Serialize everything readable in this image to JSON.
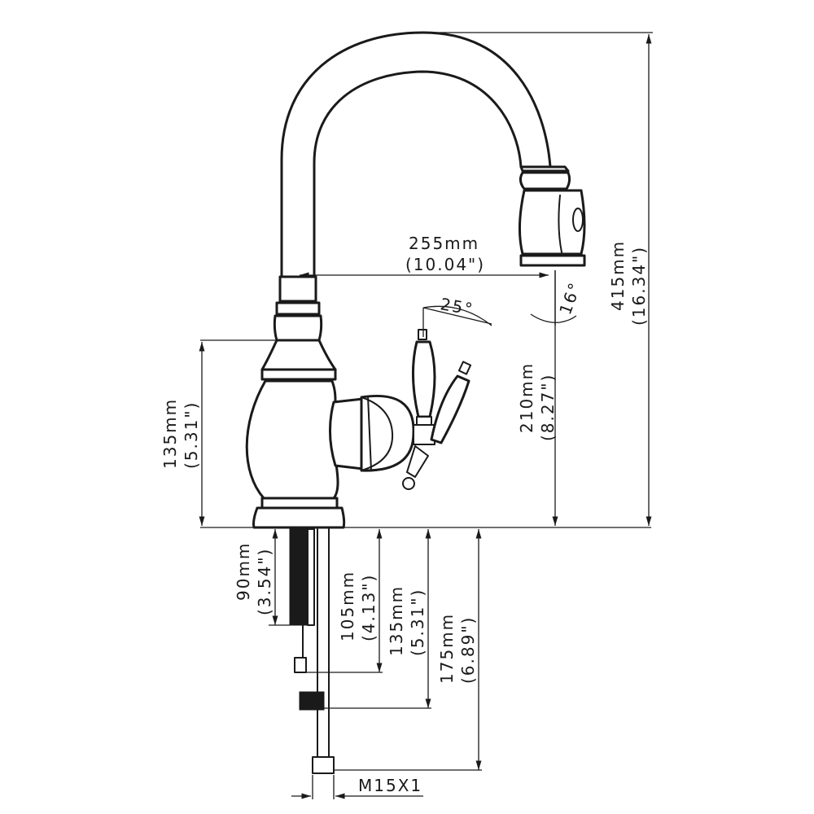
{
  "drawing": {
    "reach": {
      "metric": "255mm",
      "imperial": "(10.04\")"
    },
    "height_total": {
      "metric": "415mm",
      "imperial": "(16.34\")"
    },
    "height_spout": {
      "metric": "210mm",
      "imperial": "(8.27\")"
    },
    "height_body": {
      "metric": "135mm",
      "imperial": "(5.31\")"
    },
    "shank_thread": {
      "metric": "90mm",
      "imperial": "(3.54\")"
    },
    "below_deck_1": {
      "metric": "105mm",
      "imperial": "(4.13\")"
    },
    "below_deck_2": {
      "metric": "135mm",
      "imperial": "(5.31\")"
    },
    "below_deck_3": {
      "metric": "175mm",
      "imperial": "(6.89\")"
    },
    "handle_angle": "25°",
    "spray_angle": "16°",
    "connector": "M15X1"
  }
}
